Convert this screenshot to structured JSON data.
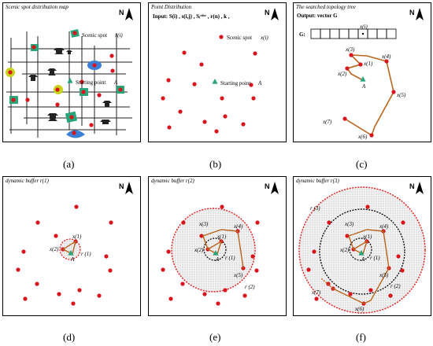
{
  "colors": {
    "spot": "#d8141c",
    "start": "#2aa57a",
    "route": "#b8661e",
    "buffer": "#e21a1a",
    "black": "#000000"
  },
  "north_label": "N",
  "panels": [
    {
      "title": "Scenic spot distribution map",
      "caption": "(a)",
      "labels": {
        "scenic_spot": "Scenic spot",
        "scenic_sym": "x(i)",
        "start": "Starting point",
        "start_sym": "A"
      }
    },
    {
      "title": "Point Distribution",
      "caption": "(b)",
      "input_line": "Input: S(i) , s(i,j) , Sᵢʳᵈᵉʳ , r(n) , k ,",
      "labels": {
        "scenic_spot": "Scenic spot",
        "scenic_sym": "x(i)",
        "start": "Starting point",
        "start_sym": "A"
      }
    },
    {
      "title": "The searched topology tree",
      "caption": "(c)",
      "output_line": "Output: vector G",
      "g_label": "G:",
      "g_cell_label": "x(i)",
      "node_labels": [
        "x(1)",
        "x(2)",
        "x(3)",
        "x(4)",
        "x(5)",
        "x(6)",
        "x(7)"
      ],
      "start_sym": "A"
    },
    {
      "title": "dynamic buffer r(1)",
      "caption": "(d)",
      "node_labels": [
        "x(1)",
        "x(2)"
      ],
      "radius_labels": [
        "r (1)"
      ],
      "start_sym": "A"
    },
    {
      "title": "dynamic buffer r(2)",
      "caption": "(e)",
      "node_labels": [
        "x(1)",
        "x(2)",
        "x(3)",
        "x(4)",
        "x(5)"
      ],
      "radius_labels": [
        "r (1)",
        "r (2)"
      ],
      "start_sym": "A"
    },
    {
      "title": "dynamic buffer r(3)",
      "caption": "(f)",
      "node_labels": [
        "x(1)",
        "x(2)",
        "x(3)",
        "x(4)",
        "x(5)",
        "x(6)",
        "x(7)"
      ],
      "radius_labels": [
        "r (1)",
        "r (2)",
        "r (3)"
      ],
      "start_sym": "A"
    }
  ]
}
